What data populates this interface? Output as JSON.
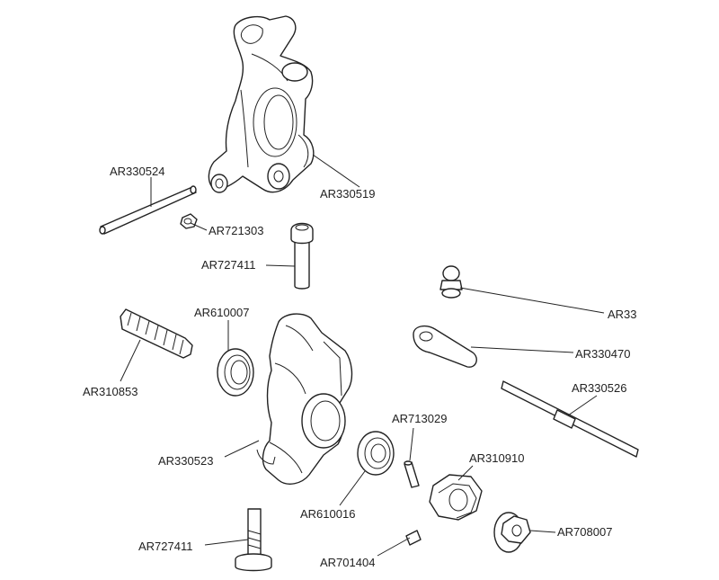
{
  "labels": {
    "ar330524": "AR330524",
    "ar330519": "AR330519",
    "ar721303": "AR721303",
    "ar727411_top": "AR727411",
    "ar610007": "AR610007",
    "ar310853": "AR310853",
    "ar330523": "AR330523",
    "ar713029": "AR713029",
    "ar310910": "AR310910",
    "ar610016": "AR610016",
    "ar708007": "AR708007",
    "ar727411_bottom": "AR727411",
    "ar701404": "AR701404",
    "ar33_cut": "AR33",
    "ar330470": "AR330470",
    "ar330526": "AR330526"
  }
}
